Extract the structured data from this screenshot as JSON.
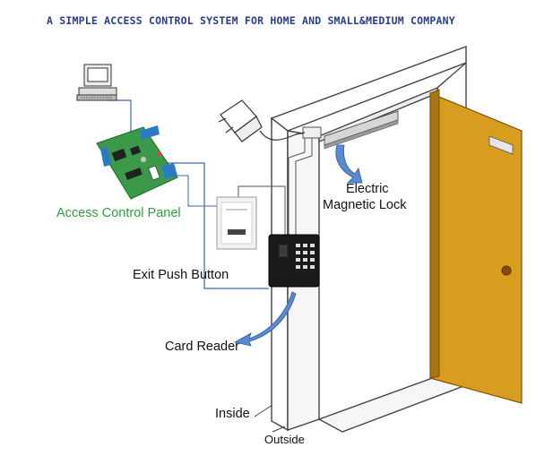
{
  "title": "A SIMPLE ACCESS CONTROL SYSTEM FOR HOME AND SMALL&MEDIUM COMPANY",
  "labels": {
    "access_control_panel": "Access Control Panel",
    "electric_lock_line1": "Electric",
    "electric_lock_line2": "Magnetic Lock",
    "exit_push_button": "Exit Push Button",
    "card_reader": "Card Reader",
    "inside": "Inside",
    "outside": "Outside"
  },
  "colors": {
    "title": "#2a3c8c",
    "panel_label": "#2e9e3e",
    "door": "#d89c1e",
    "door_edge": "#a87410",
    "wire": "#3c64b4",
    "pcb": "#3a9a4a",
    "lock_arrow": "#5a8ad0",
    "outline": "#444444"
  },
  "icons": {
    "computer": "desktop-computer-icon",
    "power_plug": "power-plug-icon",
    "exit_button": "exit-button-device",
    "card_reader": "keypad-card-reader-device",
    "magnetic_lock": "magnetic-lock-device",
    "controller": "access-control-pcb"
  }
}
